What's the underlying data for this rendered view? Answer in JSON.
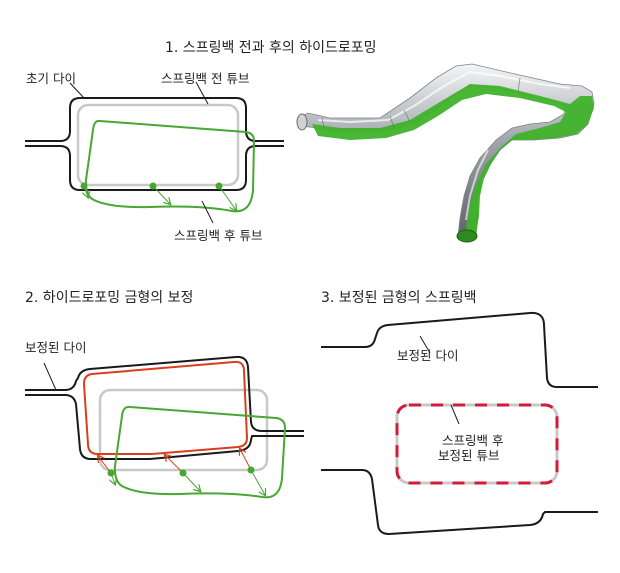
{
  "diagram": {
    "panel1": {
      "title": "1. 스프링백 전과 후의 하이드로포밍",
      "labels": {
        "initial_die": "초기 다이",
        "tube_before": "스프링백 전 튜브",
        "tube_after": "스프링백 후 튜브"
      }
    },
    "panel2": {
      "title": "2. 하이드로포밍 금형의 보정",
      "labels": {
        "corrected_die": "보정된 다이"
      }
    },
    "panel3": {
      "title": "3. 보정된 금형의 스프링백",
      "labels": {
        "corrected_die": "보정된 다이",
        "tube_line1": "스프링백 후",
        "tube_line2": "보정된 튜브"
      }
    },
    "colors": {
      "die_outline": "#1a1a1a",
      "tube_before": "#c8c8c8",
      "tube_after": "#46a832",
      "corrected_die": "#d8401c",
      "corrected_tube_dash_red": "#d41a3a",
      "corrected_tube_dash_gray": "#c8c8c8",
      "tube_render_green": "#3fb22a",
      "tube_render_metal": "#b8bcc0"
    }
  }
}
